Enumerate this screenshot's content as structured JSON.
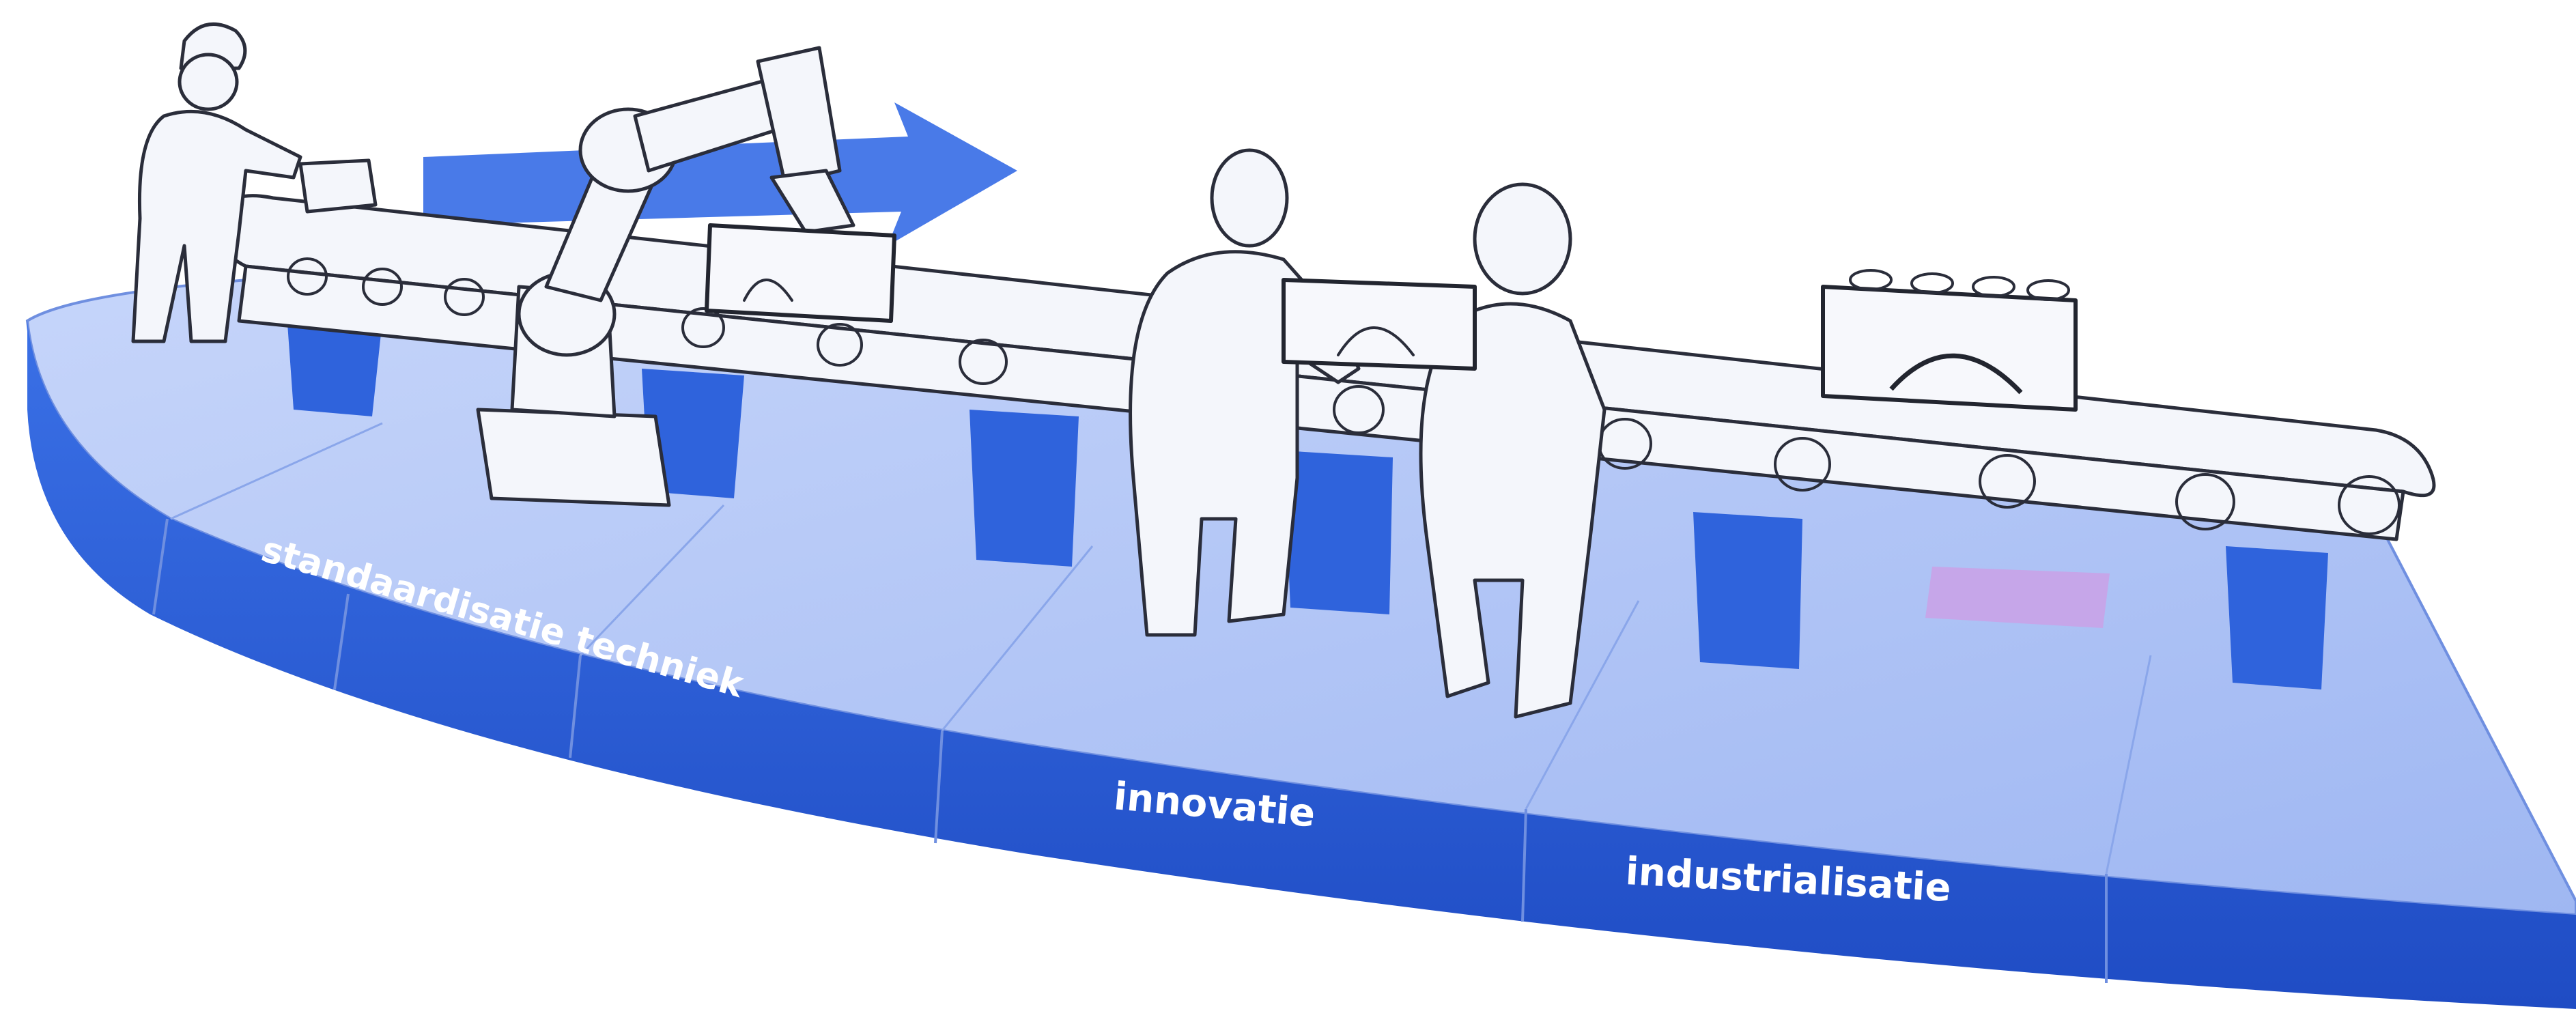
{
  "illustration": {
    "stages": [
      {
        "label": "standaardisatie techniek"
      },
      {
        "label": "innovatie"
      },
      {
        "label": "industrialisatie"
      }
    ],
    "colors": {
      "platform_top": "#9fb7f2",
      "platform_top_light": "#c6d5fa",
      "platform_side": "#2f63dc",
      "platform_side_dark": "#1f4cc4",
      "arrow": "#3a6fe6",
      "pink_block": "#c9a3e8",
      "sketch_line": "#2a2d3a",
      "sketch_fill": "#f4f6fb"
    },
    "icons": [
      "worker-figure",
      "robot-arm",
      "conveyor-belt",
      "brick-block",
      "two-people-figures",
      "direction-arrow"
    ]
  }
}
